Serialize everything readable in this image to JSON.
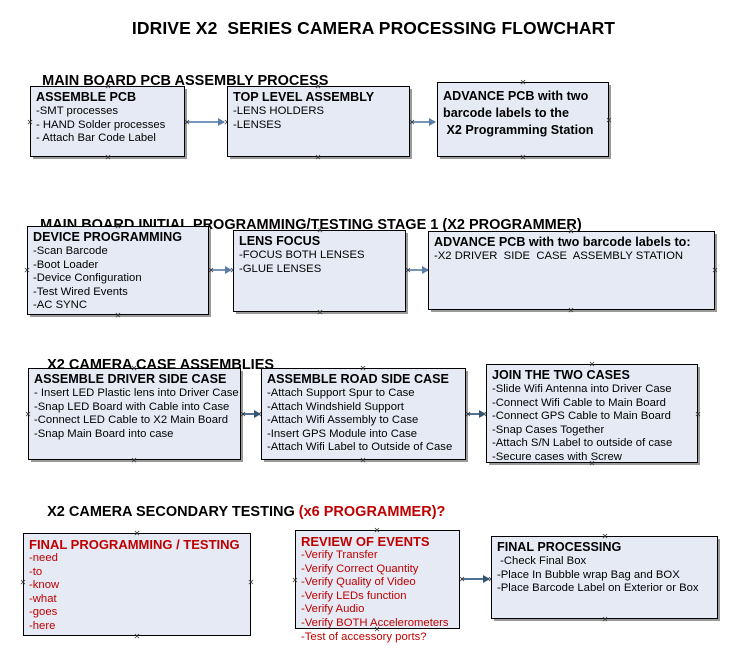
{
  "document": {
    "title": "IDRIVE X2  SERIES CAMERA PROCESSING FLOWCHART"
  },
  "colors": {
    "box_fill": "#E5EAF5",
    "box_border": "#000000",
    "accent_red": "#C00000",
    "connector_blue": "#7795bb",
    "background": "#ffffff"
  },
  "sections": [
    {
      "id": "main-board-pcb-assembly",
      "heading": "MAIN BOARD PCB ASSEMBLY PROCESS",
      "heading_accent": "",
      "boxes": [
        {
          "id": "assemble-pcb",
          "title": "ASSEMBLE PCB",
          "lines": [
            "-SMT processes",
            "- HAND Solder processes",
            "- Attach Bar Code Label"
          ]
        },
        {
          "id": "top-level-assembly",
          "title": "TOP LEVEL ASSEMBLY",
          "lines": [
            "-LENS HOLDERS",
            "-LENSES"
          ]
        },
        {
          "id": "advance-pcb-x2-programming-station",
          "title": "ADVANCE PCB with two\nbarcode labels to the\n X2 Programming Station",
          "lines": []
        }
      ]
    },
    {
      "id": "main-board-initial-programming",
      "heading": "MAIN BOARD INITIAL PROGRAMMING/TESTING STAGE 1 (X2 PROGRAMMER)",
      "heading_accent": "",
      "boxes": [
        {
          "id": "device-programming",
          "title": "DEVICE PROGRAMMING",
          "lines": [
            "-Scan Barcode",
            "-Boot Loader",
            "-Device Configuration",
            "-Test Wired Events",
            "-AC SYNC"
          ]
        },
        {
          "id": "lens-focus",
          "title": "LENS FOCUS",
          "lines": [
            "-FOCUS BOTH LENSES",
            "-GLUE LENSES"
          ]
        },
        {
          "id": "advance-pcb-driver-side-case",
          "title": "ADVANCE PCB with two barcode labels to:",
          "lines": [
            "-X2 DRIVER  SIDE  CASE  ASSEMBLY STATION"
          ]
        }
      ]
    },
    {
      "id": "x2-camera-case-assemblies",
      "heading": "X2 CAMERA CASE ASSEMBLIES",
      "heading_accent": "",
      "boxes": [
        {
          "id": "assemble-driver-side-case",
          "title": "ASSEMBLE DRIVER SIDE CASE",
          "lines": [
            "- Insert LED Plastic lens into Driver Case",
            "-Snap LED Board with Cable into Case",
            "-Connect LED Cable to X2 Main Board",
            "-Snap Main Board into case"
          ]
        },
        {
          "id": "assemble-road-side-case",
          "title": "ASSEMBLE ROAD SIDE CASE",
          "lines": [
            "-Attach Support Spur to Case",
            "-Attach Windshield Support",
            "-Attach Wifi Assembly to Case",
            "-Insert GPS Module into Case",
            "-Attach Wifi Label to Outside of Case"
          ]
        },
        {
          "id": "join-the-two-cases",
          "title": "JOIN THE TWO CASES",
          "lines": [
            "-Slide Wifi Antenna into Driver Case",
            "-Connect Wifi Cable to Main Board",
            "-Connect GPS Cable to Main Board",
            "-Snap Cases Together",
            "-Attach S/N Label to outside of case",
            "-Secure cases with Screw"
          ]
        }
      ]
    },
    {
      "id": "x2-camera-secondary-testing",
      "heading": "X2 CAMERA SECONDARY TESTING ",
      "heading_accent": "(x6 PROGRAMMER)?",
      "boxes": [
        {
          "id": "final-programming-testing",
          "title": "FINAL PROGRAMMING / TESTING",
          "lines": [
            "-need",
            "-to",
            "-know",
            "-what",
            "-goes",
            "-here"
          ]
        },
        {
          "id": "review-of-events",
          "title": "REVIEW OF EVENTS",
          "lines": [
            "-Verify Transfer",
            "-Verify Correct Quantity",
            "-Verify Quality of Video",
            "-Verify LEDs function",
            "-Verify Audio",
            "-Verify BOTH Accelerometers",
            "-Test of accessory ports?"
          ]
        },
        {
          "id": "final-processing",
          "title": "FINAL PROCESSING",
          "lines": [
            " -Check Final Box",
            "-Place In Bubble wrap Bag and BOX",
            "-Place Barcode Label on Exterior or Box"
          ]
        }
      ]
    }
  ]
}
